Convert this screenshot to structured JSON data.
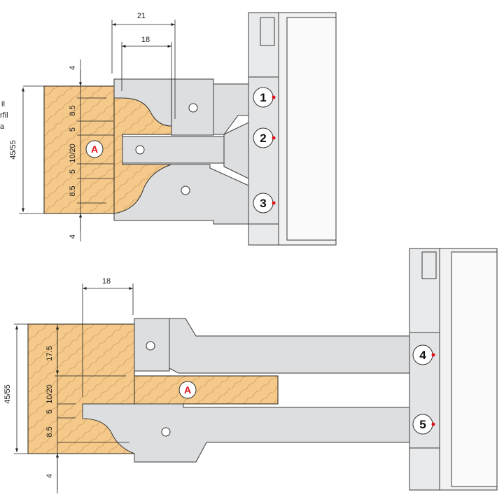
{
  "side_text": [
    "il",
    "rfil",
    "a"
  ],
  "top_diagram": {
    "dims": {
      "width_21": "21",
      "width_18": "18",
      "top_4": "4",
      "h_8_5_a": "8.5",
      "h_5_a": "5",
      "h_10_20": "10/20",
      "h_5_b": "5",
      "h_8_5_b": "8.5",
      "bottom_4": "4",
      "total": "45/55"
    },
    "workpiece_label": "A",
    "cutters": [
      "1",
      "2",
      "3"
    ]
  },
  "bottom_diagram": {
    "dims": {
      "width_18": "18",
      "h_17_5": "17.5",
      "h_10_20": "10/20",
      "h_5": "5",
      "h_8_5": "8.5",
      "bottom_4": "4",
      "total": "45/55"
    },
    "workpiece_label": "A",
    "cutters": [
      "4",
      "5"
    ]
  },
  "colors": {
    "wood": "#f5c98a",
    "steel": "#dcdee0",
    "marker": "#e0101a"
  }
}
